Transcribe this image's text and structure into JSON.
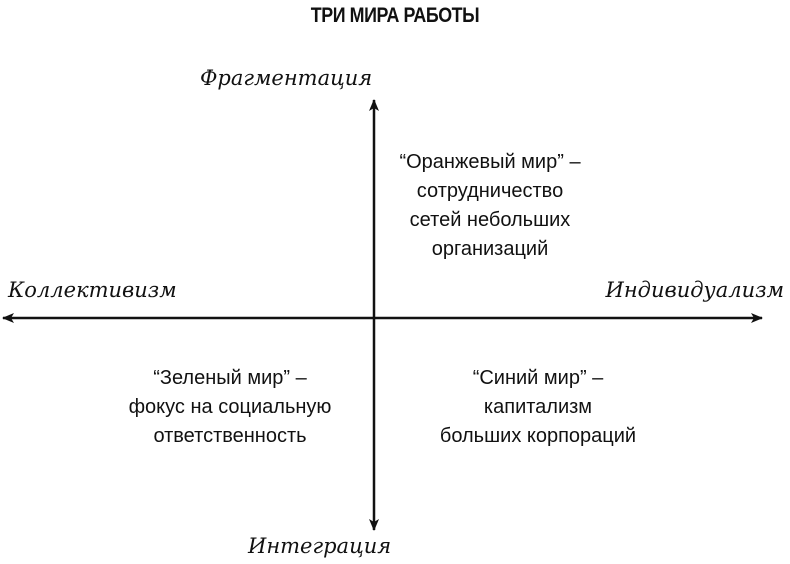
{
  "title": "ТРИ МИРА РАБОТЫ",
  "axes": {
    "top": "Фрагментация",
    "bottom": "Интеграция",
    "left": "Коллективизм",
    "right": "Индивидуализм"
  },
  "quadrants": {
    "top_right": [
      "“Оранжевый мир” –",
      "сотрудничество",
      "сетей небольших",
      "организаций"
    ],
    "bottom_left": [
      "“Зеленый мир” –",
      "фокус на социальную",
      "ответственность"
    ],
    "bottom_right": [
      "“Синий мир” –",
      "капитализм",
      "больших корпораций"
    ]
  }
}
